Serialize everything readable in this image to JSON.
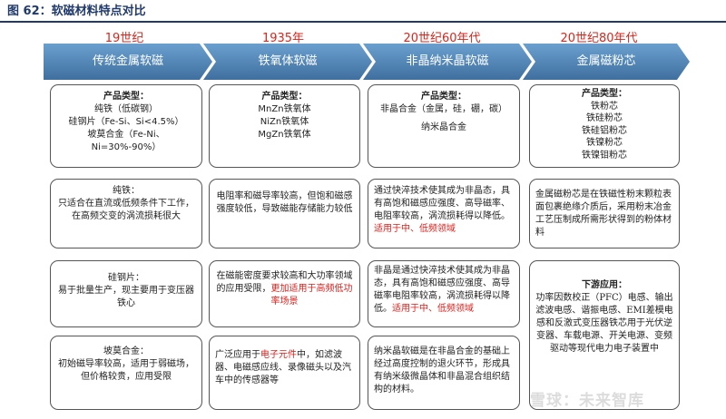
{
  "figure": {
    "title": "图 62：软磁材料特点对比"
  },
  "eras": [
    "19世纪",
    "1935年",
    "20世纪60年代",
    "20世纪80年代"
  ],
  "banners": [
    "传统金属软磁",
    "铁氧体软磁",
    "非晶纳米晶软磁",
    "金属磁粉芯"
  ],
  "colors": {
    "banner_start": "#5a93c6",
    "banner_end": "#3f6f9f",
    "accent_red": "#e0201c",
    "title_blue": "#1f3a6b"
  },
  "col1": {
    "types_header": "产品类型：",
    "types": [
      "纯铁（低碳钢）",
      "硅钢片（Fe-Si、Si<4.5%）",
      "坡莫合金（Fe-Ni、Ni=30%-90%）"
    ],
    "row2_title": "纯铁：",
    "row2_text": "只适合在直流或低频条件下工作，在高频交变的涡流损耗很大",
    "row3_title": "硅钢片：",
    "row3_text": "易于批量生产，现主要用于变压器铁心",
    "row4_title": "坡莫合金：",
    "row4_text": "初始磁导率较高，适用于弱磁场，但价格较贵，应用受限"
  },
  "col2": {
    "types_header": "产品类型：",
    "types": [
      "MnZn铁氧体",
      "NiZn铁氧体",
      "MgZn铁氧体"
    ],
    "row2_text": "电阻率和磁导率较高，但饱和磁感强度较低，导致磁能存储能力较低",
    "row3_text": "在磁能密度要求较高和大功率领域的应用受限，",
    "row3_red": "更加适用于高频低功率场景",
    "row4_pre": "广泛应用于",
    "row4_red": "电子元件",
    "row4_post": "中，如滤波器、电磁感应线、录像磁头以及汽车中的传感器等"
  },
  "col3": {
    "types_header": "产品类型：",
    "types": [
      "非晶合金（金属，硅，硼，碳）",
      "纳米晶合金"
    ],
    "row2_text": "通过快淬技术使其成为非晶态，具有高饱和磁感应强度、高导磁率、电阻率较高，涡流损耗得以降低。",
    "row2_red": "适用于中、低频领域",
    "row3_text": "非晶是通过快淬技术使其成为非晶态，具有高饱和磁感应强度、高导磁率电阻率较高，涡流损耗得以降低。",
    "row3_red": "适用于中、低频领域",
    "row4_text": "纳米晶软磁是在非晶合金的基础上经过高度控制的退火环节，形成具有纳米级微晶体和非晶混合组织结构的材料。"
  },
  "col4": {
    "types_header": "产品类型：",
    "types": [
      "铁粉芯",
      "铁硅粉芯",
      "铁硅铝粉芯",
      "铁镍粉芯",
      "铁镍钼粉芯"
    ],
    "row2_text": "金属磁粉芯是在铁磁性粉末颗粒表面包裹绝缘介质后，采用粉末冶金工艺压制成所需形状得到的粉体材料",
    "row34_title": "下游应用：",
    "row34_text": "功率因数校正（PFC）电感、输出滤波电感、谐振电感、EMI差模电感和反激式变压器铁芯用于光伏逆变器、车载电源、开关电源、变频驱动等现代电力电子装置中"
  },
  "watermark": "雪球：未来智库"
}
